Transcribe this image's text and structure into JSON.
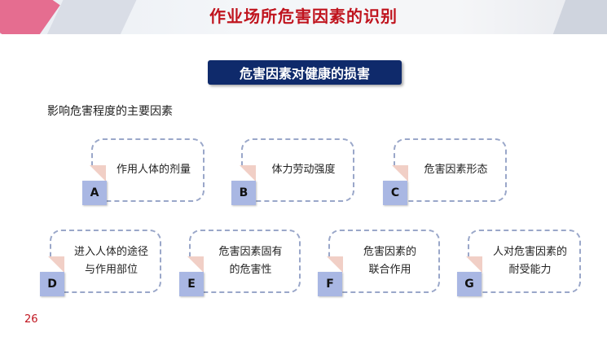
{
  "page_title": "作业场所危害因素的识别",
  "subtitle": "危害因素对健康的损害",
  "intro": "影响危害程度的主要因素",
  "factors": [
    {
      "letter": "A",
      "line1": "作用人体的剂量",
      "line2": ""
    },
    {
      "letter": "B",
      "line1": "体力劳动强度",
      "line2": ""
    },
    {
      "letter": "C",
      "line1": "危害因素形态",
      "line2": ""
    },
    {
      "letter": "D",
      "line1": "进入人体的途径",
      "line2": "与作用部位"
    },
    {
      "letter": "E",
      "line1": "危害因素固有",
      "line2": "的危害性"
    },
    {
      "letter": "F",
      "line1": "危害因素的",
      "line2": "联合作用"
    },
    {
      "letter": "G",
      "line1": "人对危害因素的",
      "line2": "耐受能力"
    }
  ],
  "page_number": "26",
  "colors": {
    "title": "#c0141e",
    "subtitle_bg": "#0f2a6b",
    "tab": "#a9b7e3",
    "dash": "#9aa7c9"
  }
}
